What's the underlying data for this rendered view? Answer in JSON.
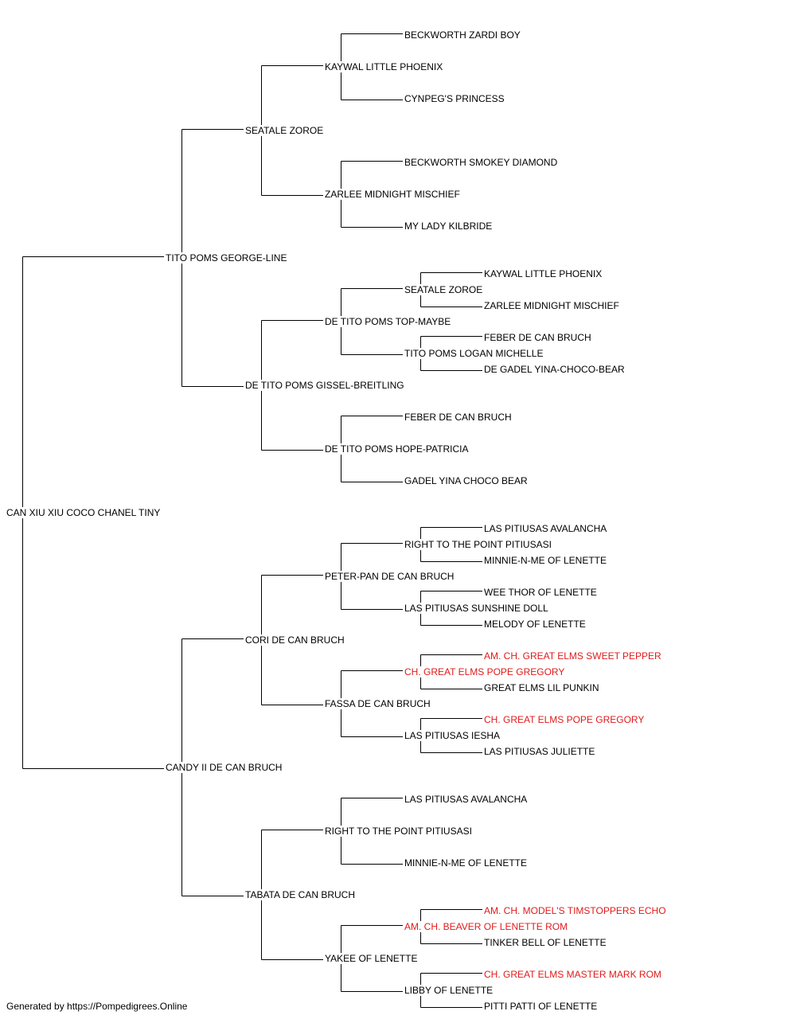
{
  "pedigree": {
    "name": "CAN XIU XIU COCO CHANEL TINY",
    "sire": {
      "name": "TITO POMS GEORGE-LINE",
      "sire": {
        "name": "SEATALE ZOROE",
        "sire": {
          "name": "KAYWAL LITTLE PHOENIX",
          "sire": {
            "name": "BECKWORTH ZARDI BOY"
          },
          "dam": {
            "name": "CYNPEG'S PRINCESS"
          }
        },
        "dam": {
          "name": "ZARLEE MIDNIGHT MISCHIEF",
          "sire": {
            "name": "BECKWORTH SMOKEY DIAMOND"
          },
          "dam": {
            "name": "MY LADY KILBRIDE"
          }
        }
      },
      "dam": {
        "name": "DE TITO POMS GISSEL-BREITLING",
        "sire": {
          "name": "DE TITO POMS TOP-MAYBE",
          "sire": {
            "name": "SEATALE ZOROE",
            "sire": {
              "name": "KAYWAL LITTLE PHOENIX"
            },
            "dam": {
              "name": "ZARLEE MIDNIGHT MISCHIEF"
            }
          },
          "dam": {
            "name": "TITO POMS LOGAN MICHELLE",
            "sire": {
              "name": "FEBER DE CAN BRUCH"
            },
            "dam": {
              "name": "DE GADEL YINA-CHOCO-BEAR"
            }
          }
        },
        "dam": {
          "name": "DE TITO POMS HOPE-PATRICIA",
          "sire": {
            "name": "FEBER DE CAN BRUCH"
          },
          "dam": {
            "name": "GADEL YINA CHOCO BEAR"
          }
        }
      }
    },
    "dam": {
      "name": "CANDY II DE CAN BRUCH",
      "sire": {
        "name": "CORI DE CAN BRUCH",
        "sire": {
          "name": "PETER-PAN DE CAN BRUCH",
          "sire": {
            "name": "RIGHT TO THE POINT PITIUSASI",
            "sire": {
              "name": "LAS PITIUSAS AVALANCHA"
            },
            "dam": {
              "name": "MINNIE-N-ME OF LENETTE"
            }
          },
          "dam": {
            "name": "LAS PITIUSAS SUNSHINE DOLL",
            "sire": {
              "name": "WEE THOR OF LENETTE"
            },
            "dam": {
              "name": "MELODY OF LENETTE"
            }
          }
        },
        "dam": {
          "name": "FASSA DE CAN BRUCH",
          "sire": {
            "name": "CH. GREAT ELMS POPE GREGORY",
            "champion": true,
            "sire": {
              "name": "AM. CH. GREAT ELMS SWEET PEPPER",
              "champion": true
            },
            "dam": {
              "name": "GREAT ELMS LIL PUNKIN"
            }
          },
          "dam": {
            "name": "LAS PITIUSAS IESHA",
            "sire": {
              "name": "CH. GREAT ELMS POPE GREGORY",
              "champion": true
            },
            "dam": {
              "name": "LAS PITIUSAS JULIETTE"
            }
          }
        }
      },
      "dam": {
        "name": "TABATA DE CAN BRUCH",
        "sire": {
          "name": "RIGHT TO THE POINT PITIUSASI",
          "sire": {
            "name": "LAS PITIUSAS AVALANCHA"
          },
          "dam": {
            "name": "MINNIE-N-ME OF LENETTE"
          }
        },
        "dam": {
          "name": "YAKEE OF LENETTE",
          "sire": {
            "name": "AM. CH. BEAVER OF LENETTE ROM",
            "champion": true,
            "sire": {
              "name": "AM. CH. MODEL'S TIMSTOPPERS ECHO",
              "champion": true
            },
            "dam": {
              "name": "TINKER BELL OF LENETTE"
            }
          },
          "dam": {
            "name": "LIBBY OF LENETTE",
            "sire": {
              "name": "CH. GREAT ELMS MASTER MARK ROM",
              "champion": true
            },
            "dam": {
              "name": "PITTI PATTI OF LENETTE"
            }
          }
        }
      }
    }
  },
  "colors": {
    "text": "#000000",
    "champion": "#e01b1b",
    "line": "#000000"
  },
  "footer": "Generated by https://Pompedigrees.Online"
}
